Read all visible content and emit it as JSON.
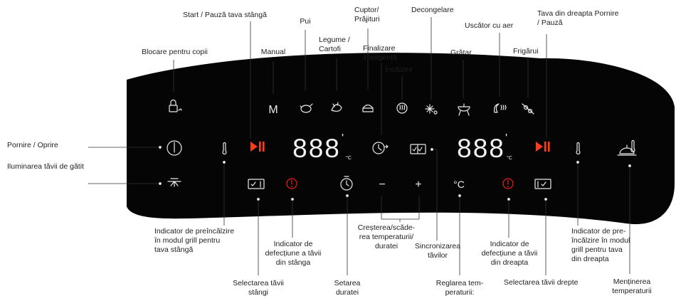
{
  "labels": {
    "start_left": "Start / Pauză tava stângă",
    "manual": "Manual",
    "chicken": "Pui",
    "vegetables": "Legume /\nCartofi",
    "oven": "Cuptor/\nPrăjituri",
    "defrost": "Decongelare",
    "dehydrator": "Uscător cu aer",
    "start_right": "Tava din dreapta Pornire\n/ Pauză",
    "child_lock": "Blocare pentru copii",
    "smart_finish": "Finalizare\ninteligentă",
    "heating": "Încălzire",
    "grill": "Grătar",
    "skewers": "Frigărui",
    "power": "Pornire / Oprire",
    "light": "Iluminarea tăvii de gătit",
    "preheat_left": "Indicator de preîncălzire\nîn modul grill pentru\ntava stângă",
    "fault_left": "Indicator de\ndefecțiune a tăvii\ndin stânga",
    "temp_time_adjust": "Creșterea/scăde-\nrea temperaturii/\nduratei",
    "sync": "Sincronizarea\ntăvilor",
    "fault_right": "Indicator de\ndefecțiune a tăvii\ndin dreapta",
    "preheat_right": "Indicator de pre-\nîncălzire în modul\ngrill pentru tava\ndin dreapta",
    "select_left": "Selectarea tăvii\nstângi",
    "set_time": "Setarea\nduratei",
    "temp_adjust": "Reglarea tem-\nperaturii:",
    "select_right": "Selectarea tăvii drepte",
    "keep_warm": "Menținerea\ntemperaturii"
  },
  "panel": {
    "display_left": "888",
    "display_right": "888",
    "minute_mark": "'",
    "unit_celsius": "°C",
    "manual_letter": "M",
    "temp_button": "°C",
    "minus": "−",
    "plus": "+"
  },
  "colors": {
    "panel": "#050505",
    "icon": "#e9e9e9",
    "accent": "#ff3b1a",
    "fault": "#e11d1d",
    "segment": "#f2f2f2"
  },
  "icons": [
    "lock-icon",
    "manual-icon",
    "chicken-icon",
    "vegetables-icon",
    "cake-icon",
    "smart-finish-icon",
    "heating-icon",
    "defrost-icon",
    "grill-icon",
    "dehydrate-icon",
    "skewer-icon",
    "power-icon",
    "light-icon",
    "thermometer-icon",
    "play-pause-icon",
    "tray-select-icon",
    "fault-icon",
    "timer-icon",
    "sync-icon",
    "keep-warm-icon"
  ]
}
